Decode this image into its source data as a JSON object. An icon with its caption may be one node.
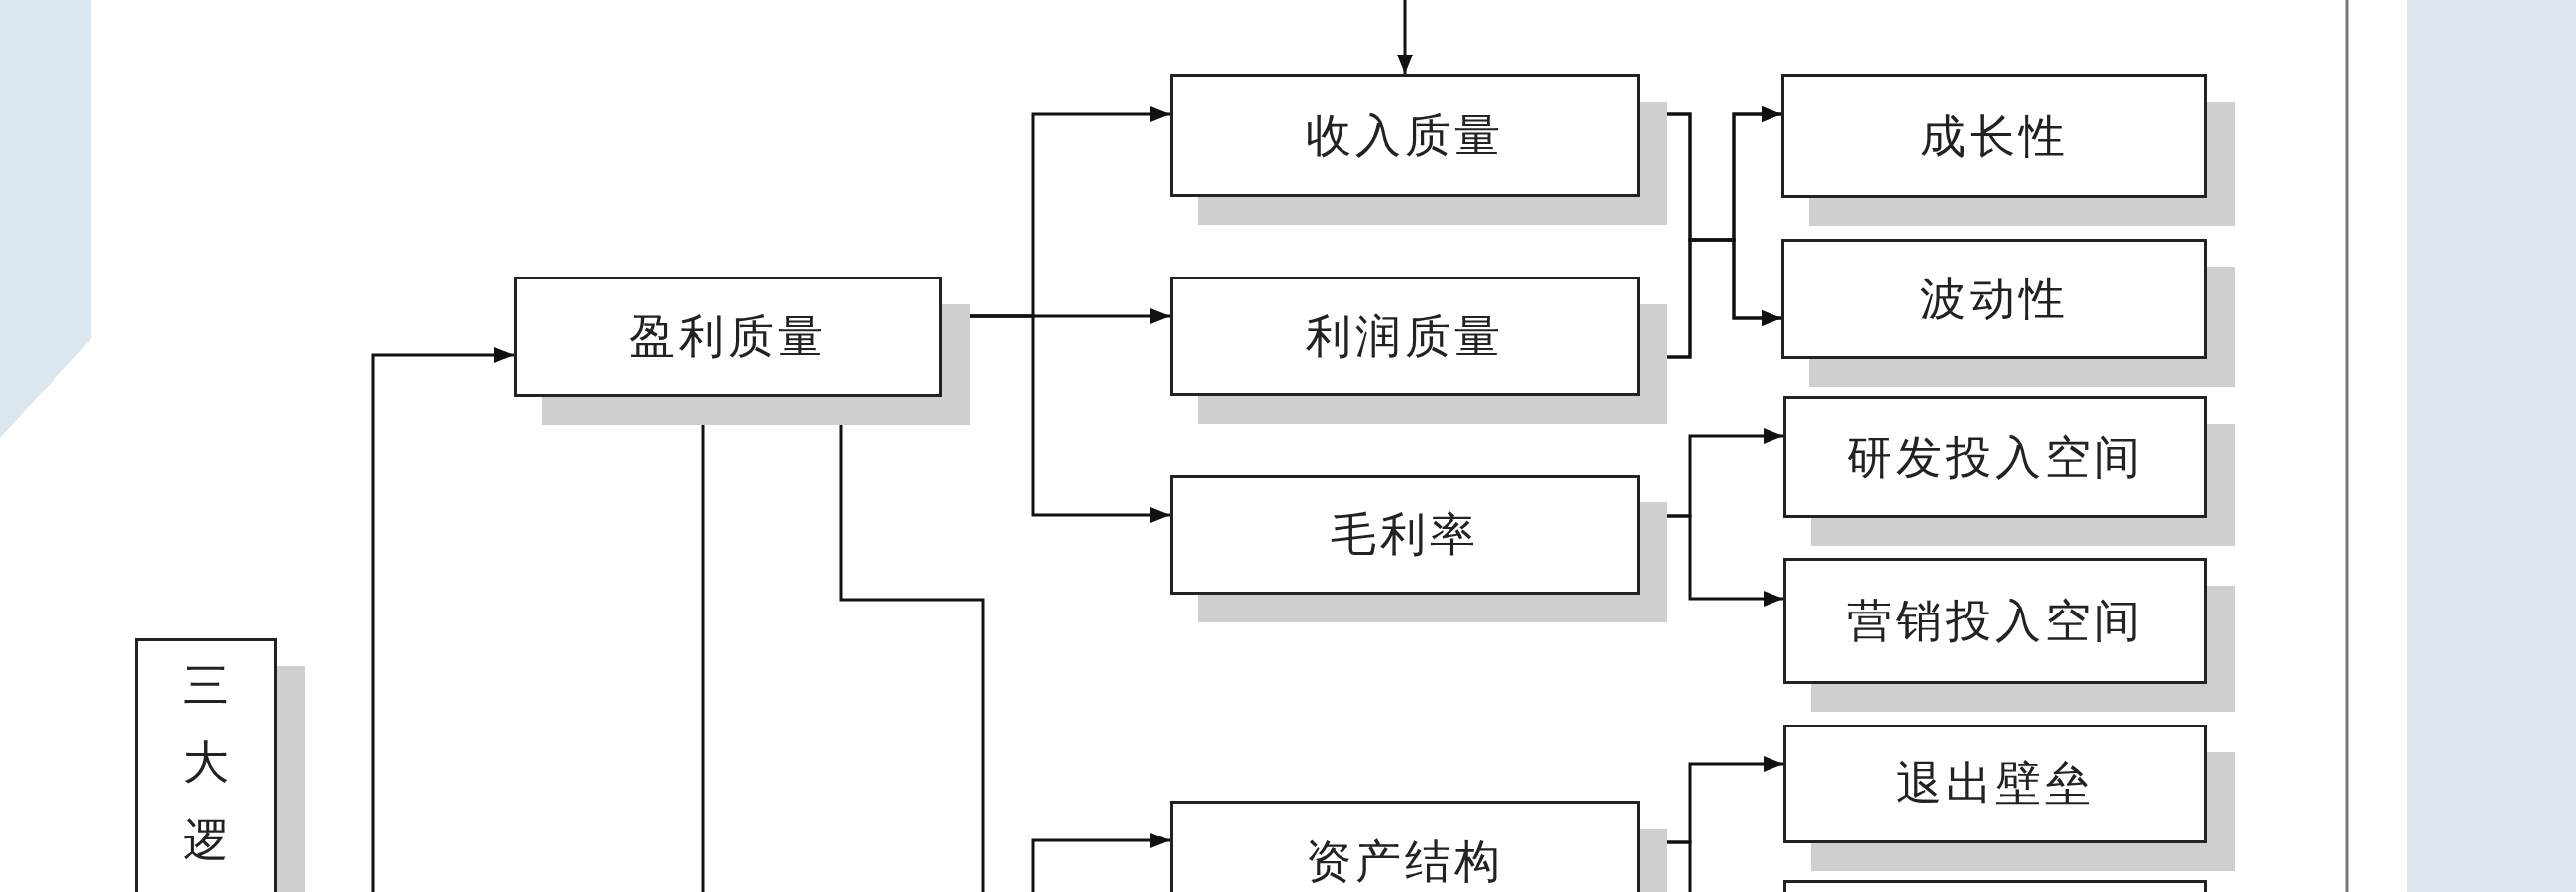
{
  "diagram": {
    "nodes": [
      {
        "text": [
          "三大逻"
        ]
      },
      {
        "text": [
          "盈利质量"
        ]
      },
      {
        "text": [
          "收入质量"
        ]
      },
      {
        "text": [
          "利润质量"
        ]
      },
      {
        "text": [
          "毛利率"
        ]
      },
      {
        "text": [
          "资产结构"
        ]
      },
      {
        "text": [
          "成长性"
        ]
      },
      {
        "text": [
          "波动性"
        ]
      },
      {
        "text": [
          "研发投入空间"
        ]
      },
      {
        "text": [
          "营销投入空间"
        ]
      },
      {
        "text": [
          "退出壁垒"
        ]
      },
      {
        "text": [],
        "shape": "box"
      }
    ],
    "edges": [
      {
        "from": null,
        "to": 1,
        "arrow": "to"
      },
      {
        "from": null,
        "to": 1,
        "arrow": "to"
      },
      {
        "from": null,
        "to": 1,
        "arrow": "to"
      },
      {
        "from": 1,
        "to": 2,
        "arrow": "to"
      },
      {
        "from": 1,
        "to": 3,
        "arrow": "to"
      },
      {
        "from": 1,
        "to": 4,
        "arrow": "to"
      },
      {
        "from": null,
        "to": 2,
        "arrow": "to"
      },
      {
        "from": 2,
        "to": 6,
        "arrow": "to"
      },
      {
        "from": 2,
        "to": 7,
        "arrow": "to"
      },
      {
        "from": 3,
        "to": 6,
        "arrow": "to"
      },
      {
        "from": 3,
        "to": 7,
        "arrow": "to"
      },
      {
        "from": 4,
        "to": 8,
        "arrow": "to"
      },
      {
        "from": 4,
        "to": 9,
        "arrow": "to"
      },
      {
        "from": null,
        "to": 5,
        "arrow": "to"
      },
      {
        "from": 5,
        "to": 10,
        "arrow": "to"
      },
      {
        "from": 5,
        "to": 11,
        "arrow": "to"
      }
    ]
  }
}
